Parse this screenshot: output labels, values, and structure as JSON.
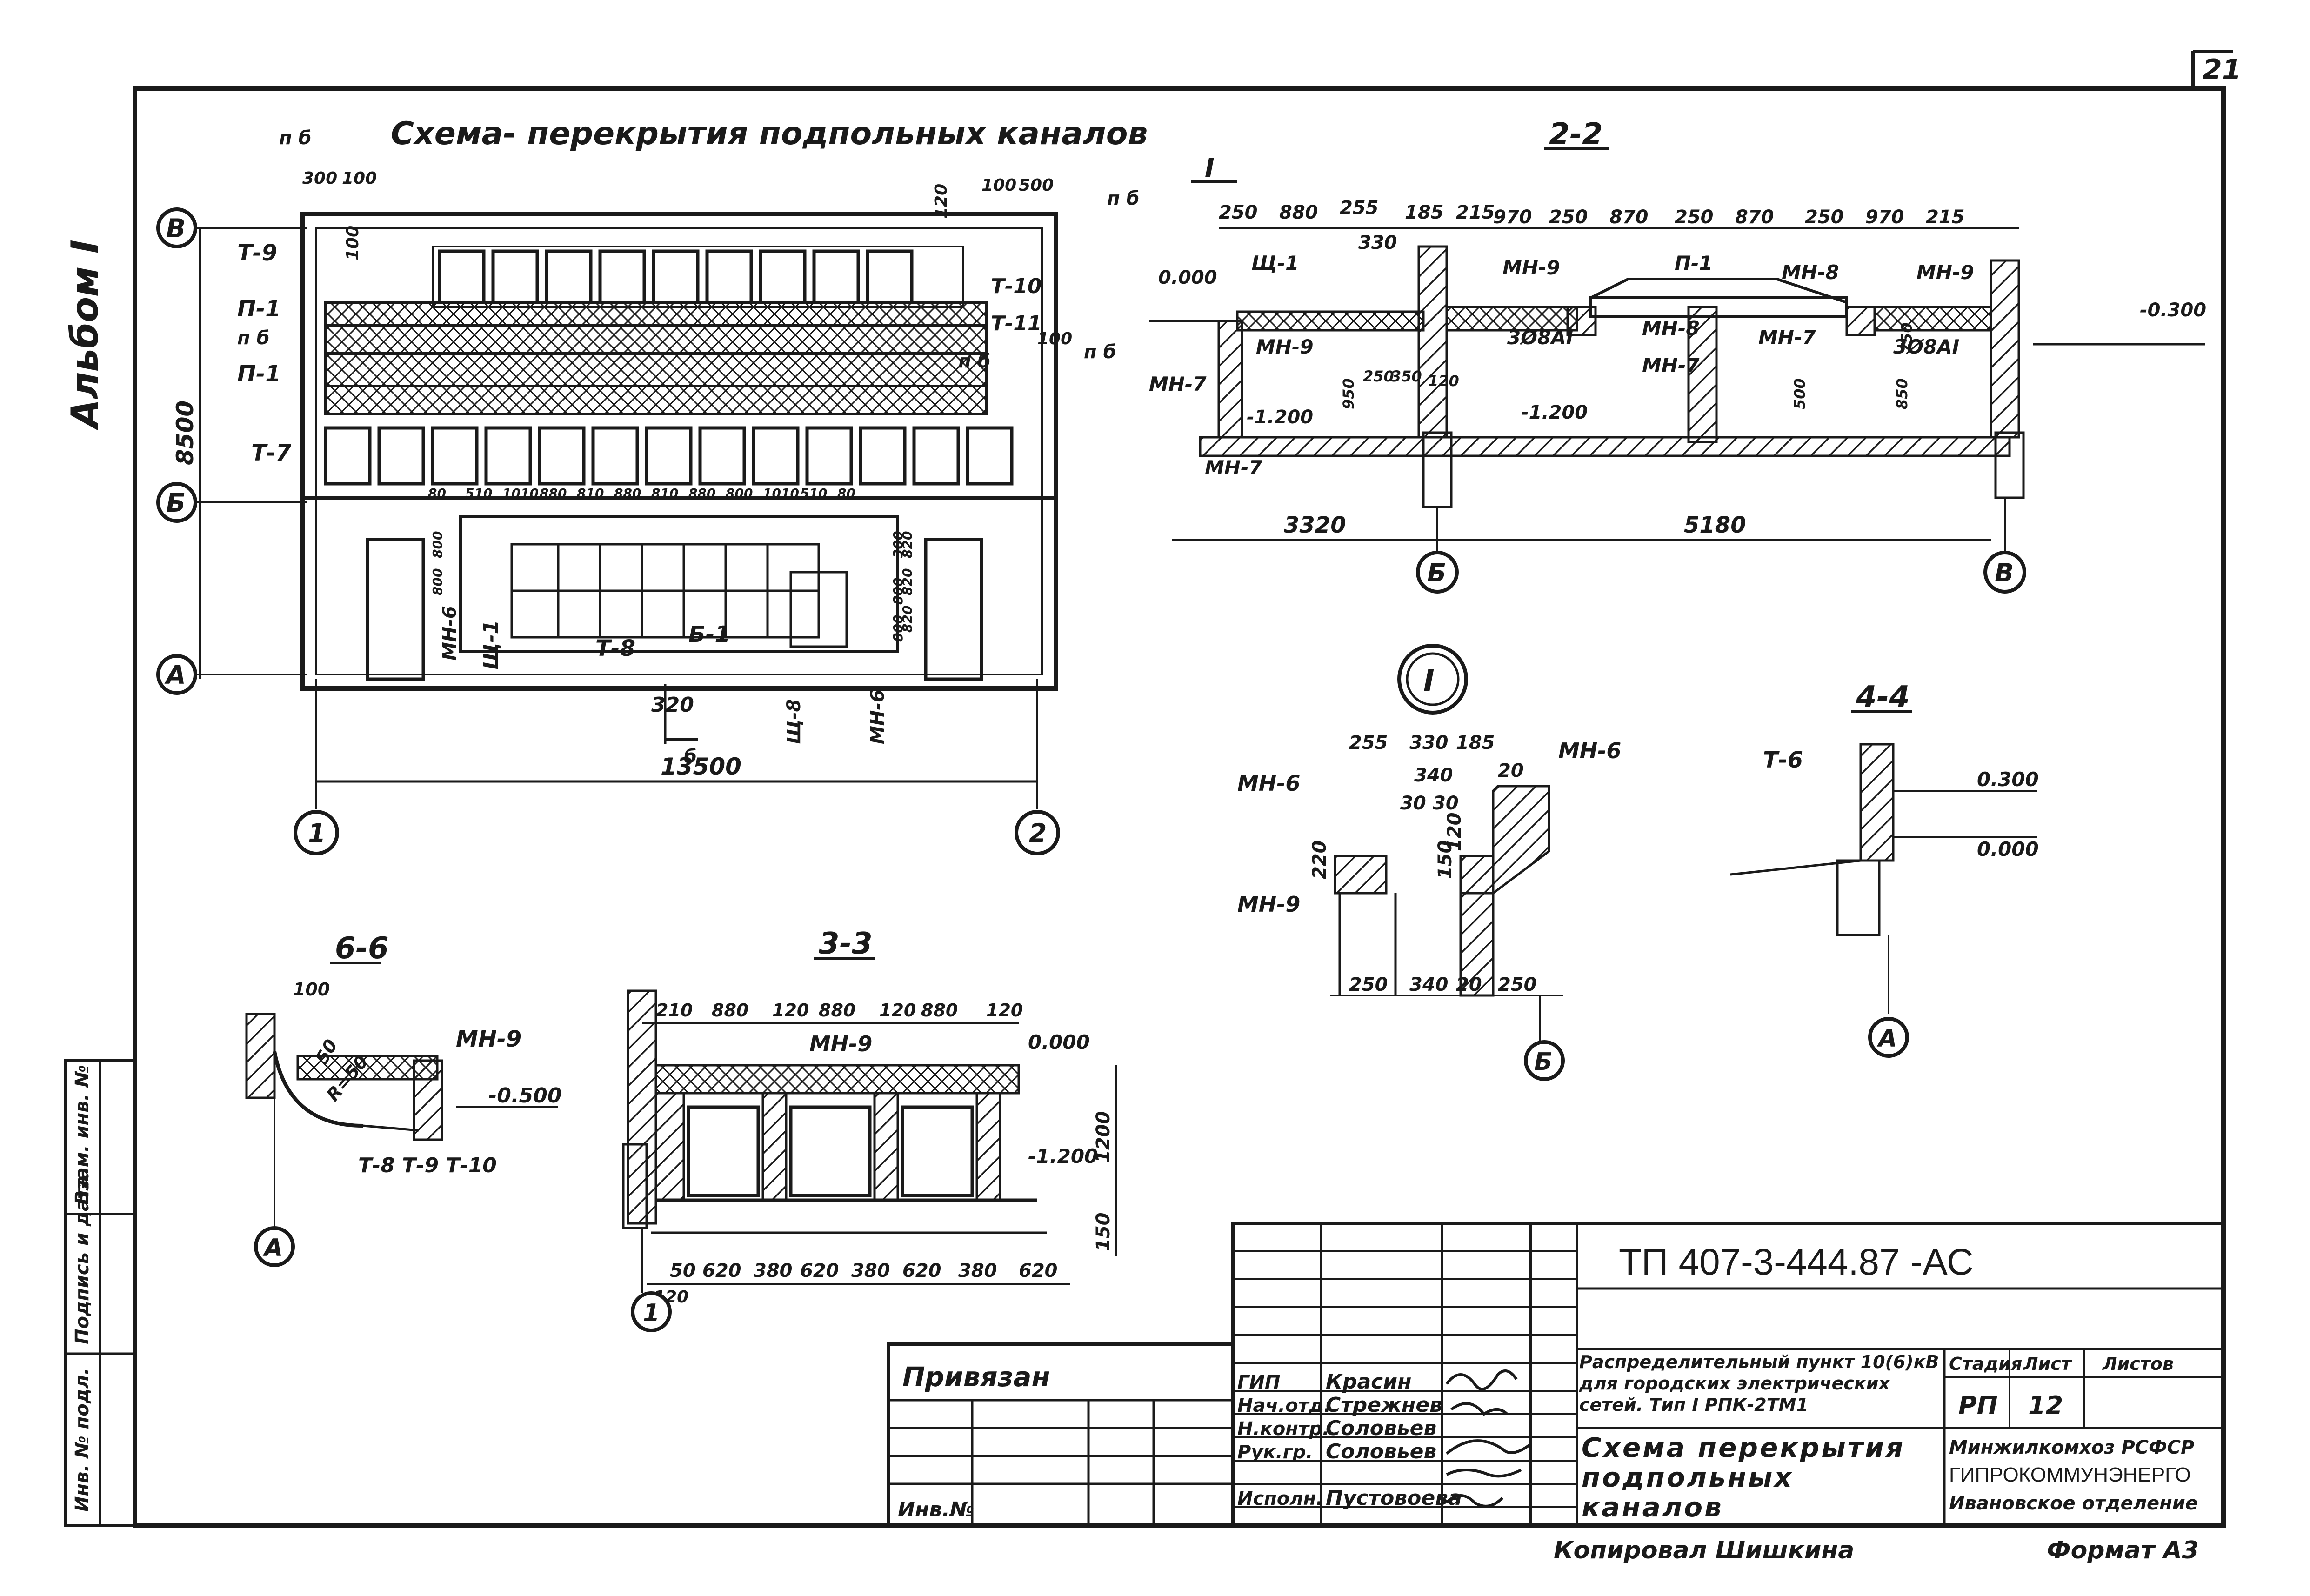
{
  "sheet": {
    "page_number": "21",
    "album": "Альбом I",
    "format": "Формат А3",
    "copied_by": "Копировал Шишкина"
  },
  "plan": {
    "title": "Схема- перекрытия подпольных каналов",
    "axis_letters": [
      "В",
      "Б",
      "А"
    ],
    "axis_numbers": [
      "1",
      "2"
    ],
    "overall_length": "13500",
    "overall_height": "8500",
    "labels": [
      "Т-9",
      "П-1",
      "П-1",
      "Т-7",
      "Т-10",
      "Т-11",
      "Т-8",
      "Б-1",
      "Щ-1",
      "МН-6",
      "МН-6",
      "Щ-8"
    ],
    "section_marks": [
      "п б",
      "п б",
      "п б",
      "п б",
      "п б",
      "б"
    ],
    "dims_top": [
      "300",
      "100",
      "100",
      "500",
      "120",
      "100",
      "100"
    ],
    "dims_inner": [
      "80",
      "510",
      "1010",
      "880",
      "810",
      "880",
      "810",
      "880",
      "800",
      "1010",
      "510",
      "80",
      "800",
      "800",
      "800",
      "800",
      "300",
      "820",
      "820",
      "820"
    ],
    "dim_bottom": "320"
  },
  "section_2_2": {
    "title": "2-2",
    "marker": "I",
    "dims_top": [
      "250",
      "880",
      "255",
      "185",
      "215",
      "970",
      "250",
      "870",
      "250",
      "870",
      "250",
      "970",
      "215",
      "330"
    ],
    "labels": [
      "Щ-1",
      "МН-9",
      "МН-7",
      "МН-7",
      "МН-9",
      "П-1",
      "МН-8",
      "МН-8",
      "МН-7",
      "МН-7",
      "МН-9",
      "3Ø8АI",
      "3Ø8АI"
    ],
    "levels": [
      "0.000",
      "-1.200",
      "-1.200",
      "-0.300"
    ],
    "inner_dims": [
      "950",
      "250",
      "350",
      "120",
      "500",
      "850",
      "750"
    ],
    "dims_bottom": [
      "3320",
      "5180"
    ],
    "axes": [
      "Б",
      "В"
    ]
  },
  "detail_I": {
    "marker": "I",
    "labels": [
      "МН-6",
      "МН-6",
      "МН-9"
    ],
    "dims_top": [
      "255",
      "330",
      "185",
      "340",
      "30",
      "30",
      "20"
    ],
    "dims_side": [
      "220",
      "150",
      "120"
    ],
    "dims_bottom": [
      "250",
      "340",
      "20",
      "250"
    ],
    "axis": "Б"
  },
  "section_4_4": {
    "title": "4-4",
    "labels": [
      "Т-6"
    ],
    "levels": [
      "0.300",
      "0.000"
    ],
    "axis": "А"
  },
  "section_6_6": {
    "title": "6-6",
    "labels": [
      "МН-9",
      "Т-8 Т-9 Т-10"
    ],
    "dims": [
      "100",
      "50",
      "R=50"
    ],
    "levels": [
      "-0.500"
    ],
    "axis": "А"
  },
  "section_3_3": {
    "title": "3-3",
    "dims_top": [
      "210",
      "880",
      "120",
      "880",
      "120",
      "880",
      "120"
    ],
    "labels": [
      "МН-9"
    ],
    "levels": [
      "0.000",
      "-1.200"
    ],
    "dims_right": [
      "1200",
      "150"
    ],
    "dims_bottom": [
      "50",
      "620",
      "380",
      "620",
      "380",
      "620",
      "380",
      "620"
    ],
    "dim_small": "120",
    "axis": "1"
  },
  "side_stamp": [
    "Инв. № подл.",
    "Подпись и дата",
    "Взам. инв. №"
  ],
  "stamp": {
    "code": "ТП 407-3-444.87 -АС",
    "attached": "Привязан",
    "inv": "Инв.№",
    "roles": [
      "ГИП",
      "Нач.отд.",
      "Н.контр.",
      "Рук.гр.",
      "Исполн."
    ],
    "names": [
      "Красин",
      "Стрежнев",
      "Соловьев",
      "Соловьев",
      "Пустовоева"
    ],
    "object_title": "Распределительный пункт 10(6)кВ для городских электрических сетей. Тип I РПК-2ТМ1",
    "sheet_title": "Схема перекрытия подпольных каналов",
    "stage_label": "Стадия",
    "sheet_label": "Лист",
    "sheets_label": "Листов",
    "stage": "РП",
    "sheet_no": "12",
    "org": [
      "Минжилкомхоз РСФСР",
      "ГИПРОКОММУНЭНЕРГО",
      "Ивановское отделение"
    ]
  }
}
